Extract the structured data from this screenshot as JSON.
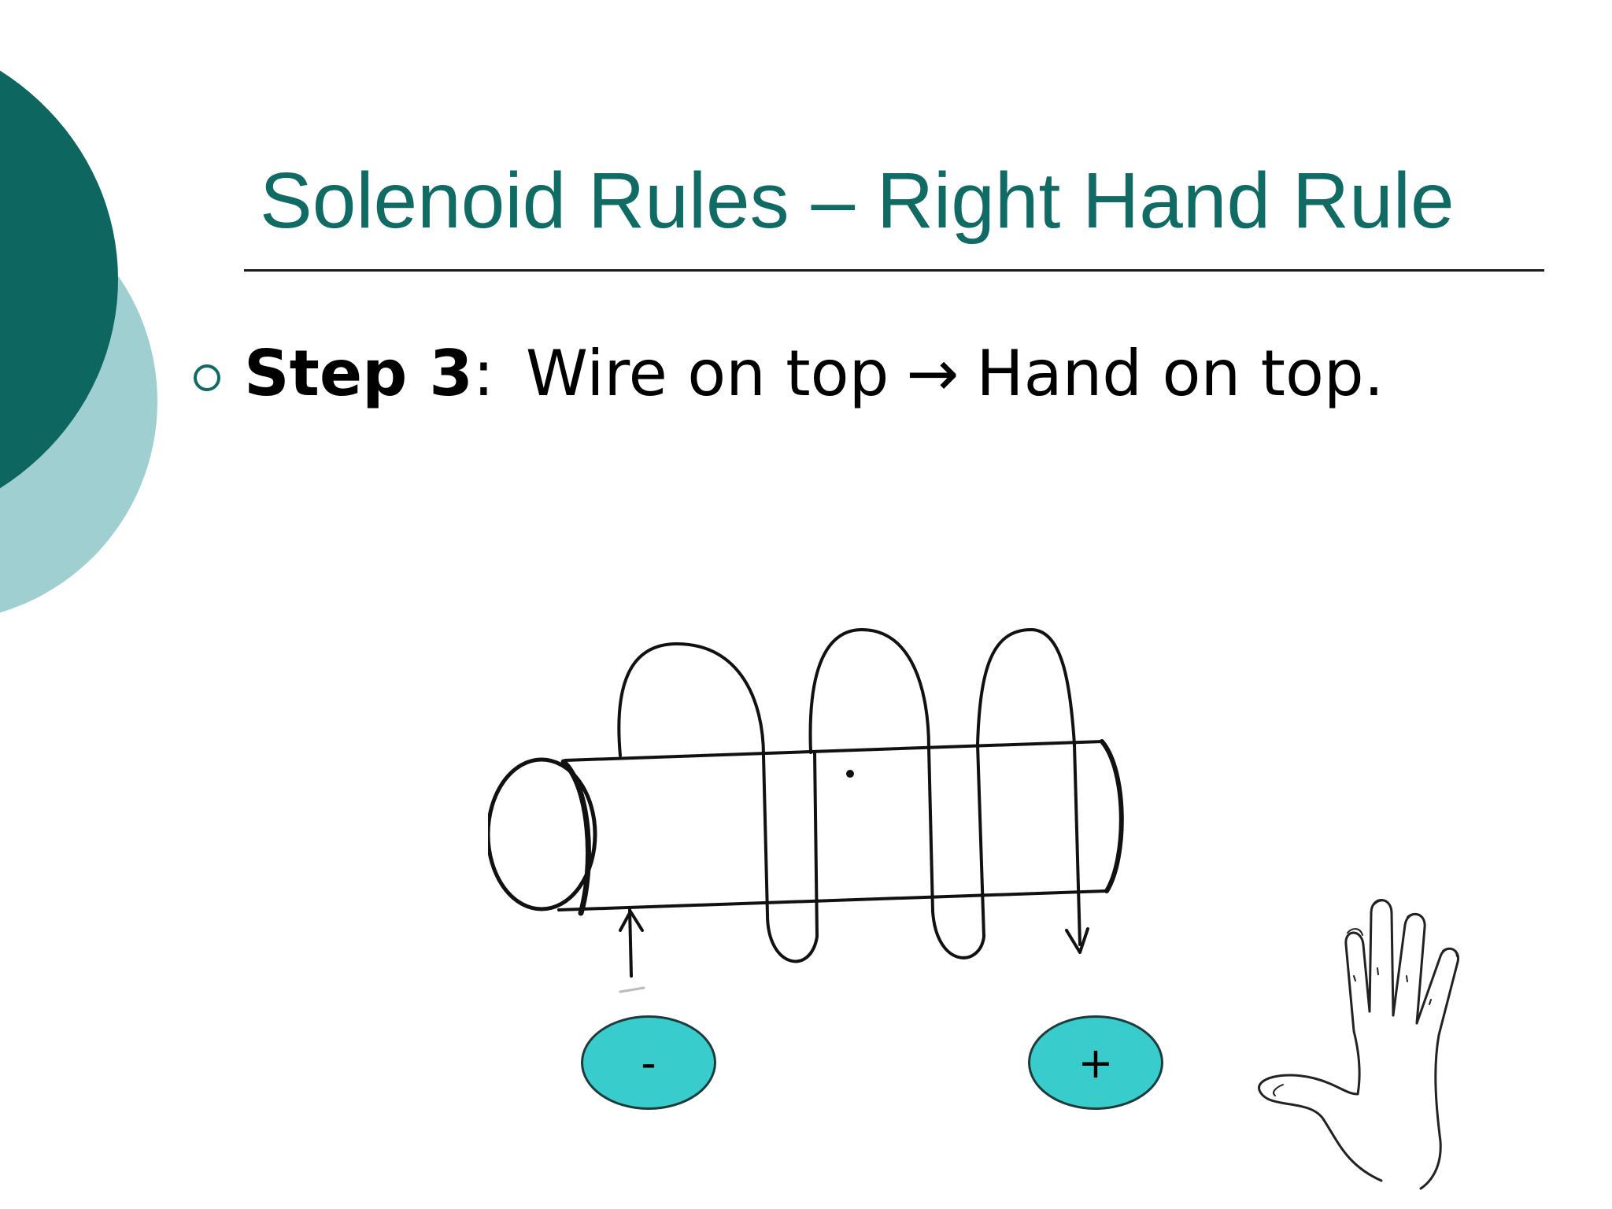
{
  "slide": {
    "title": "Solenoid Rules – Right Hand Rule",
    "bullet": {
      "step_label": "Step 3",
      "separator": ":",
      "text_before_arrow": "Wire on top",
      "arrow": "→",
      "text_after_arrow": "Hand on top."
    }
  },
  "diagram": {
    "negative_terminal": "-",
    "positive_terminal": "+"
  },
  "colors": {
    "title": "#0f6b64",
    "decor_dark": "#0d6660",
    "decor_light": "#9fcfd0",
    "terminal_fill": "#38cccc"
  },
  "icons": {
    "bullet": "hollow-circle-bullet-icon",
    "hand": "open-hand-icon"
  }
}
